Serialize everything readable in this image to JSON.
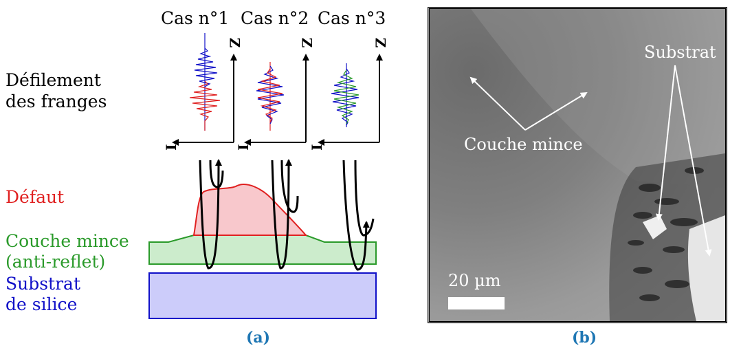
{
  "panel_a": {
    "cases": [
      "Cas n°1",
      "Cas n°2",
      "Cas n°3"
    ],
    "axis_z": "Z",
    "axis_i": "I",
    "left_labels": {
      "fringe_line1": "Défilement",
      "fringe_line2": "des franges",
      "defect": "Défaut",
      "thin_layer_line1": "Couche mince",
      "thin_layer_line2": "(anti-reflet)",
      "substrate_line1": "Substrat",
      "substrate_line2": "de silice"
    },
    "colors": {
      "defect": "#e02020",
      "thin_layer": "#2a9a2a",
      "substrate": "#1010c8",
      "defect_fill": "#f8c8cc",
      "thin_fill": "#cceccc",
      "substrate_fill": "#ccccfa"
    },
    "caption": "(a)"
  },
  "panel_b": {
    "label_substrate": "Substrat",
    "label_thin_layer": "Couche mince",
    "scale": "20 µm",
    "caption": "(b)"
  }
}
